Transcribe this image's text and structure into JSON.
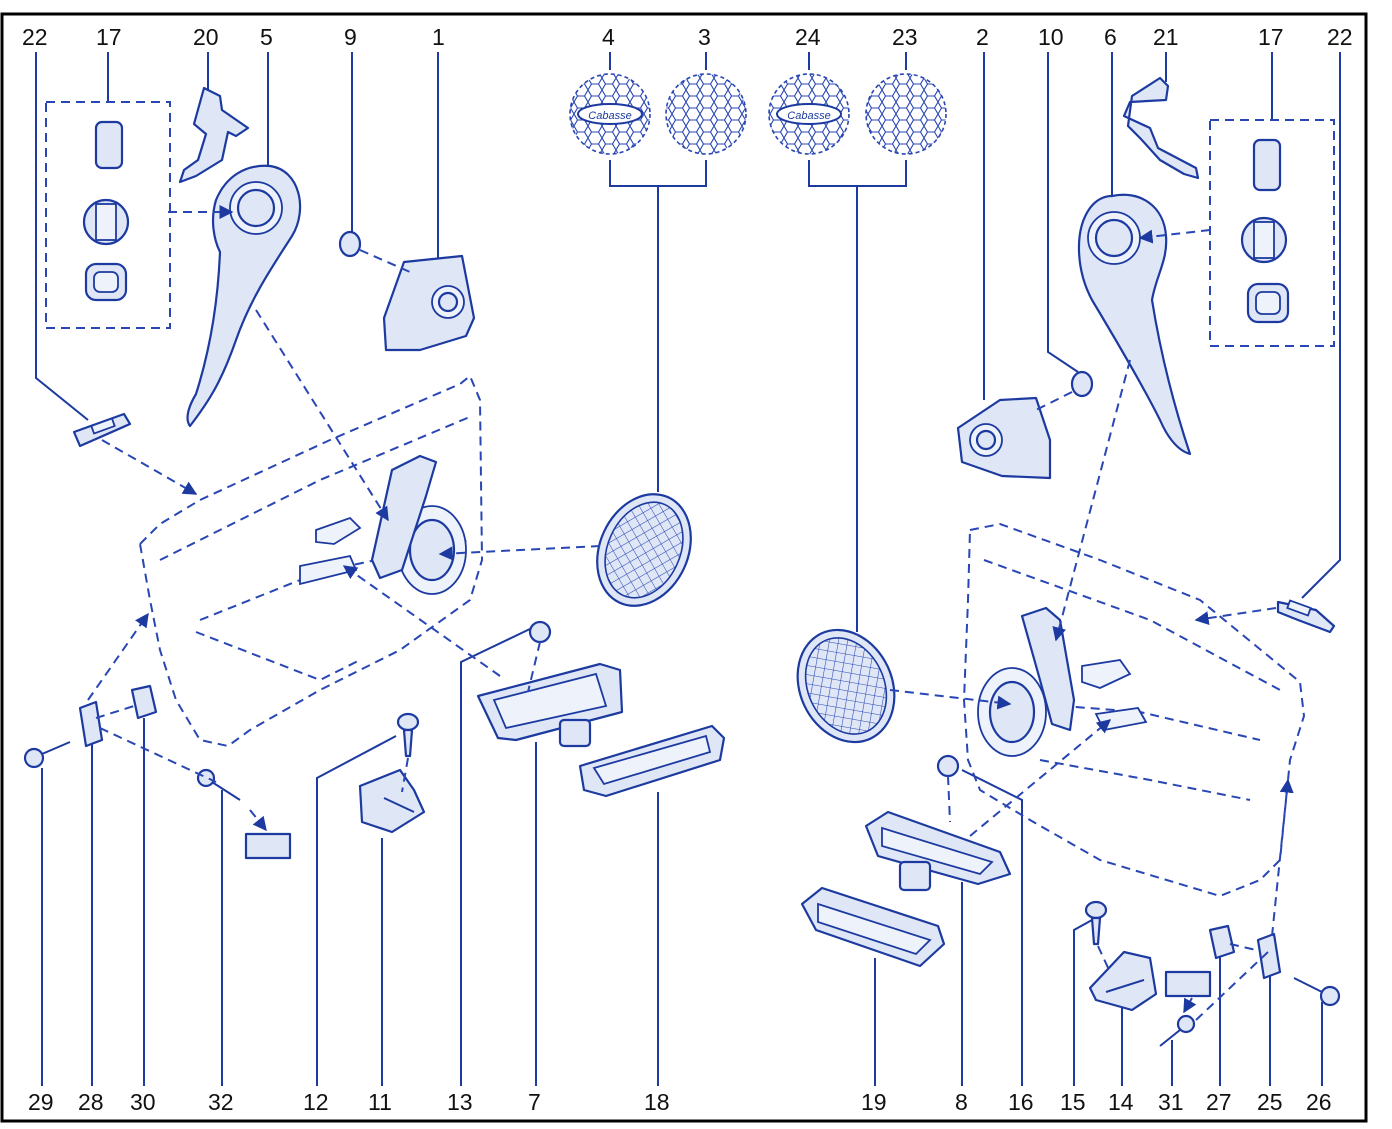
{
  "diagram": {
    "top_labels": [
      "22",
      "17",
      "20",
      "5",
      "9",
      "1",
      "4",
      "3",
      "24",
      "23",
      "2",
      "10",
      "6",
      "21",
      "17",
      "22"
    ],
    "bottom_labels": [
      "29",
      "28",
      "30",
      "32",
      "12",
      "11",
      "13",
      "7",
      "18",
      "19",
      "8",
      "16",
      "15",
      "14",
      "31",
      "27",
      "25",
      "26"
    ],
    "grille_logo_text": "Cabasse",
    "colors": {
      "line": "#1c3aa0",
      "fill": "#dfe6f6",
      "frame": "#000000"
    }
  }
}
